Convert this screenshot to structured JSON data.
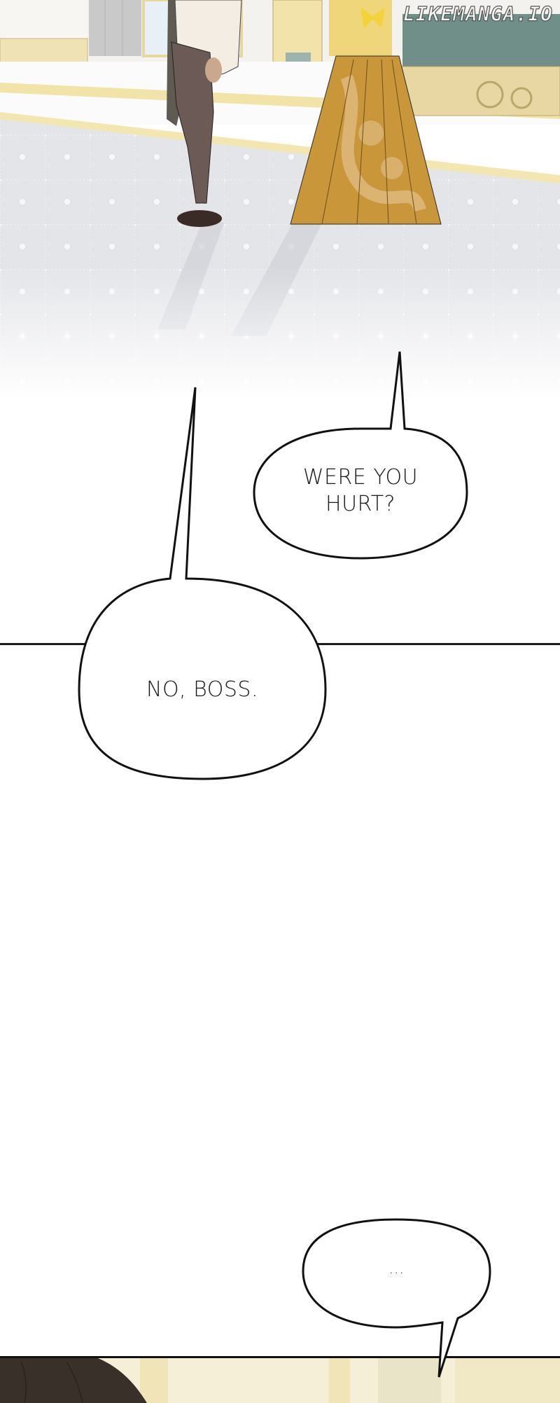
{
  "watermark": {
    "text": "LIKEMANGA.IO"
  },
  "panels": {
    "top": {
      "description": "ballroom scene with two figures standing on patterned marble floor",
      "colors": {
        "wall": "#f3f1ec",
        "floor": "#e6e7ea",
        "trim_gold": "#f2e3a8",
        "trousers": "#6b5a55",
        "shirt": "#f3ede4",
        "vest": "#5f5a52",
        "shoes": "#3b2b27",
        "dress_base": "#c9963a",
        "dress_pattern": "#e2c08c",
        "bench_fabric": "#6f8f88",
        "bench_wood": "#e9d7a3"
      }
    },
    "bottom": {
      "colors": {
        "hair": "#3a302a",
        "background": "#f5efd8"
      }
    }
  },
  "bubbles": [
    {
      "id": "were-you-hurt",
      "text": "WERE YOU\nHURT?"
    },
    {
      "id": "no-boss",
      "text": "NO, BOSS."
    },
    {
      "id": "ellipsis",
      "text": "..."
    }
  ]
}
